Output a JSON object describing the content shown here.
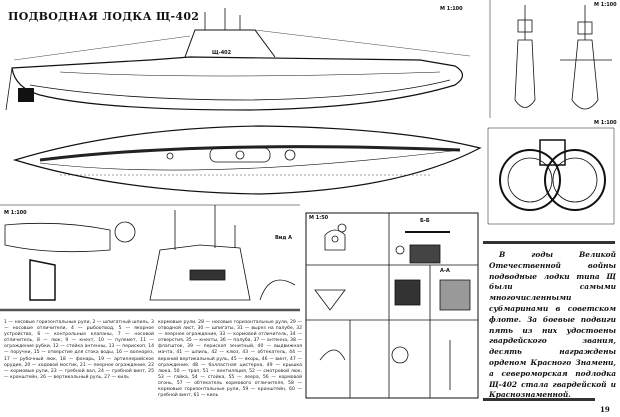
{
  "title": "ПОДВОДНАЯ ЛОДКА Щ-402",
  "hull_marking": "Щ-402",
  "scale_labels": {
    "side": "М 1:100",
    "top_right": "М 1:100",
    "section": "М 1:100",
    "stern": "М 1:100",
    "details": "М 1:50"
  },
  "section_labels": {
    "bb": "Б-Б",
    "aa": "А-А",
    "view_a": "Вид А"
  },
  "story": "В годы Великой Отечественной войны подводные лодки типа Щ были самыми многочисленными субмаринами в советском флоте. За боевые подвиги пять из них удостоены гвардейского звания, десять награждены орденом Красного Знамени, а североморская подлодка Щ-402 стала гвардейской и Краснознаменной.",
  "legend": {
    "col1": "1 — носовые горизонтальные рули, 2 — шпигатный шпиль, 3 — носовые отличители, 4 — рыбоотвод, 5 — якорное устройство, 6 — контрольные клапаны, 7 — носовой отличитель, 8 — люк, 9 — кнехт, 10 — пулемет, 11 — ограждение рубки, 12 — стойка антенны, 13 — перископ, 14 — поручни, 15 — отверстие для стока воды, 16 — волнорез, 17 — рубочный люк, 18 — фонарь, 19 — артиллерийское орудие, 20 — ходовой мостик, 21 — леерное ограждение, 22 — кормовые рули, 23 — гребной вал, 24 — гребной винт, 25 — кронштейн, 26 — вертикальный руль, 27 — киль",
    "col2": "кормовые рули, 28 — носовые горизонтальные рули, 29 — отводной лист, 30 — шпигаты, 31 — вырез на палубе, 32 — леерное ограждение, 33 — кормовой отличитель, 34 — отверстия, 35 — кнехты, 36 — палуба, 37 — антенна, 38 — флагшток, 39 — перископ зенитный, 40 — выдвижная мачта, 41 — шпиль, 42 — клюз, 43 — обтекатель, 44 — верхний вертикальный руль, 45 — якорь, 46 — винт, 47 — ограждение, 48 — балластная цистерна, 49 — крышка люка, 50 — трап, 51 — вентиляция, 52 — смотровой люк, 53 — гайка, 54 — стойка, 55 — леера, 56 — кормовой огонь, 57 — обтекатель кормового отличителя, 58 — кормовые горизонтальные рули, 59 — кронштейн, 60 — гребной винт, 61 — киль"
  },
  "page_number": "19"
}
